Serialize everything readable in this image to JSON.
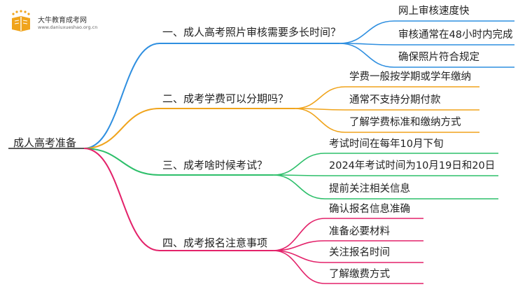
{
  "logo": {
    "name": "大牛教育成考网",
    "url": "www.daniuxueshao.org.cn"
  },
  "root": {
    "label": "成人高考准备"
  },
  "branches": [
    {
      "label": "一、成人高考照片审核需要多长时间？",
      "color": "#2f8fe0",
      "leaves": [
        "网上审核速度快",
        "审核通常在48小时内完成",
        "确保照片符合规定"
      ]
    },
    {
      "label": "二、成考学费可以分期吗？",
      "color": "#f0a41c",
      "leaves": [
        "学费一般按学期或学年缴纳",
        "通常不支持分期付款",
        "了解学费标准和缴纳方式"
      ]
    },
    {
      "label": "三、成考啥时候考试？",
      "color": "#2dbf6a",
      "leaves": [
        "考试时间在每年10月下旬",
        "2024年考试时间为10月19日和20日",
        "提前关注相关信息"
      ]
    },
    {
      "label": "四、成考报名注意事项",
      "color": "#e3226a",
      "leaves": [
        "确认报名信息准确",
        "准备必要材料",
        "关注报名时间",
        "了解缴费方式"
      ]
    }
  ]
}
